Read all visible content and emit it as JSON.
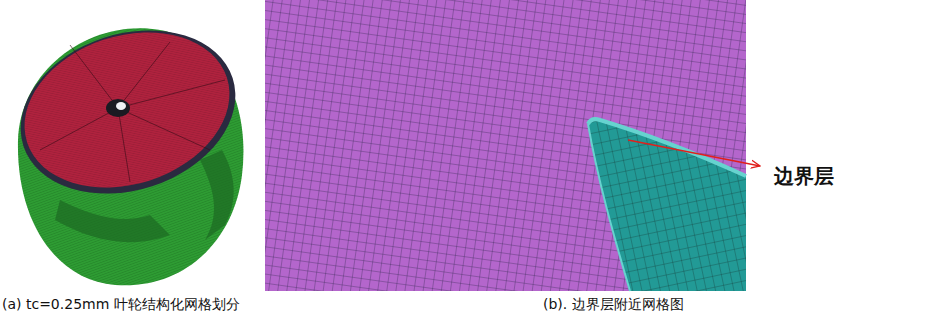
{
  "diagram": {
    "labels": [
      "(a) tc=0.25mm 叶轮结构化网格划分",
      "边界层",
      "(b). 边界层附近网格图"
    ]
  }
}
